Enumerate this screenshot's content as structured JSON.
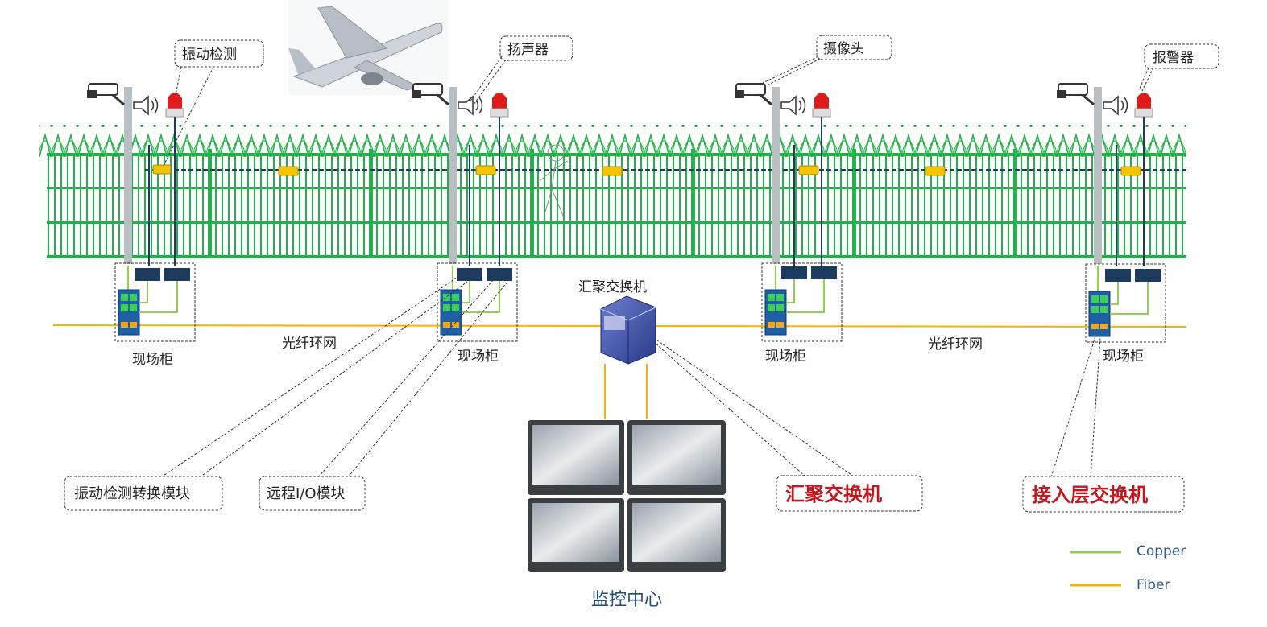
{
  "device_labels": {
    "vibration": "振动检测",
    "speaker": "扬声器",
    "camera": "摄像头",
    "alarm": "报警器"
  },
  "cabinet_label": "现场柜",
  "fiber_ring_label": "光纤环网",
  "aggregation_switch_top": "汇聚交换机",
  "callouts": {
    "vibration_module": "振动检测转换模块",
    "remote_io": "远程I/O模块",
    "aggregation_switch": "汇聚交换机",
    "access_switch": "接入层交换机"
  },
  "monitoring_center": "监控中心",
  "legend": {
    "copper": "Copper",
    "fiber": "Fiber"
  },
  "colors": {
    "fence_green": "#22b04a",
    "copper_green": "#8fd14f",
    "fiber_yellow": "#f2b400",
    "cable_navy": "#1d3a5f",
    "callout_red": "#c4161c",
    "title_blue": "#1f4e79"
  }
}
